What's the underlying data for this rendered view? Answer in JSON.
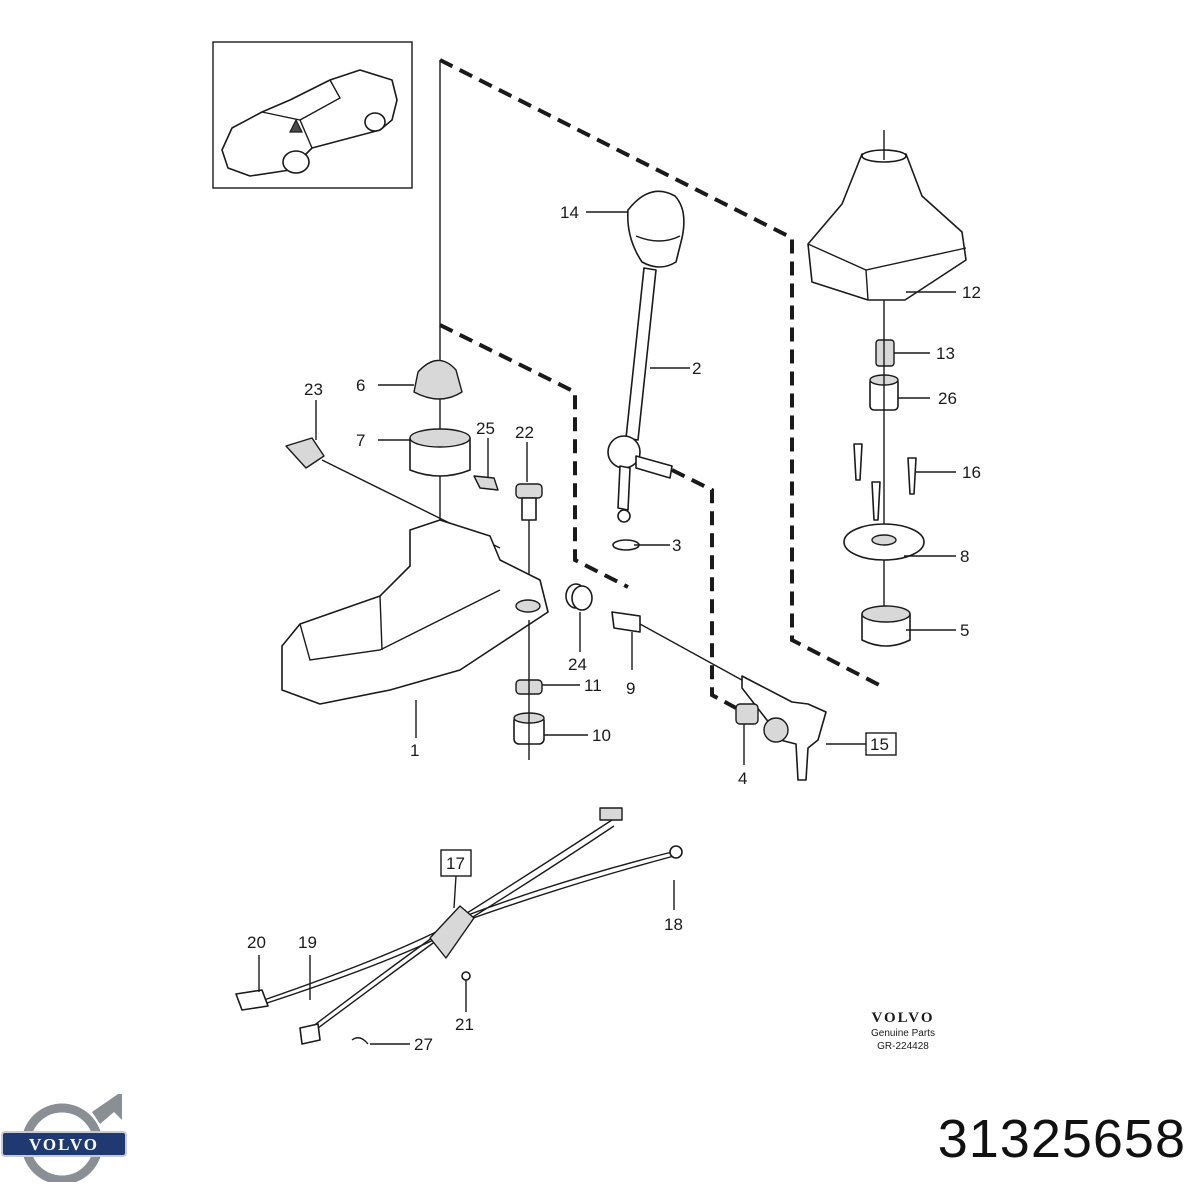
{
  "diagram": {
    "labels": {
      "l1": "1",
      "l2": "2",
      "l3": "3",
      "l4": "4",
      "l5": "5",
      "l6": "6",
      "l7": "7",
      "l8": "8",
      "l9": "9",
      "l10": "10",
      "l11": "11",
      "l12": "12",
      "l13": "13",
      "l14": "14",
      "l15": "15",
      "l16": "16",
      "l17": "17",
      "l18": "18",
      "l19": "19",
      "l20": "20",
      "l21": "21",
      "l22": "22",
      "l23": "23",
      "l24": "24",
      "l25": "25",
      "l26": "26",
      "l27": "27"
    }
  },
  "brand": {
    "name": "VOLVO",
    "subtitle": "Genuine Parts",
    "drawing_ref": "GR-224428"
  },
  "logo": {
    "text": "VOLVO"
  },
  "part_number": "31325658",
  "colors": {
    "ink": "#1a1a1a",
    "logo_steel": "#8a8f96",
    "logo_blue": "#1f3a73"
  }
}
